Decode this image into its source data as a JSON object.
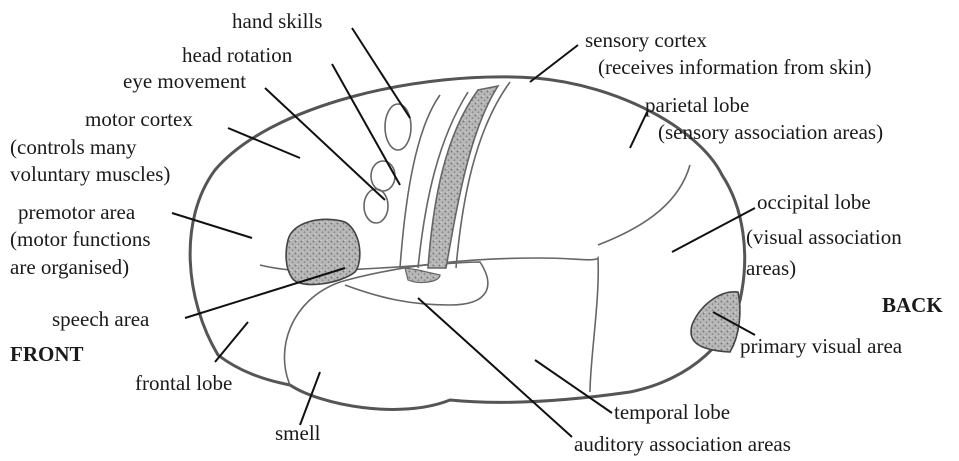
{
  "colors": {
    "outline": "#555555",
    "shading": "#9a9a9a",
    "text": "#1a1a1a"
  },
  "labels": {
    "hand_skills": "hand skills",
    "head_rotation": "head rotation",
    "eye_movement": "eye movement",
    "motor_cortex": "motor cortex",
    "motor_cortex_desc_1": "(controls many",
    "motor_cortex_desc_2": "voluntary muscles)",
    "premotor_area": "premotor area",
    "premotor_desc_1": "(motor functions",
    "premotor_desc_2": "are organised)",
    "speech_area": "speech area",
    "front": "FRONT",
    "frontal_lobe": "frontal lobe",
    "smell": "smell",
    "sensory_cortex": "sensory cortex",
    "sensory_cortex_desc": "(receives information from skin)",
    "parietal_lobe": "parietal lobe",
    "parietal_desc": "(sensory association areas)",
    "occipital_lobe": "occipital lobe",
    "occipital_desc_1": "(visual association",
    "occipital_desc_2": "areas)",
    "back": "BACK",
    "primary_visual_area": "primary visual area",
    "temporal_lobe": "temporal lobe",
    "auditory_association": "auditory association areas"
  }
}
